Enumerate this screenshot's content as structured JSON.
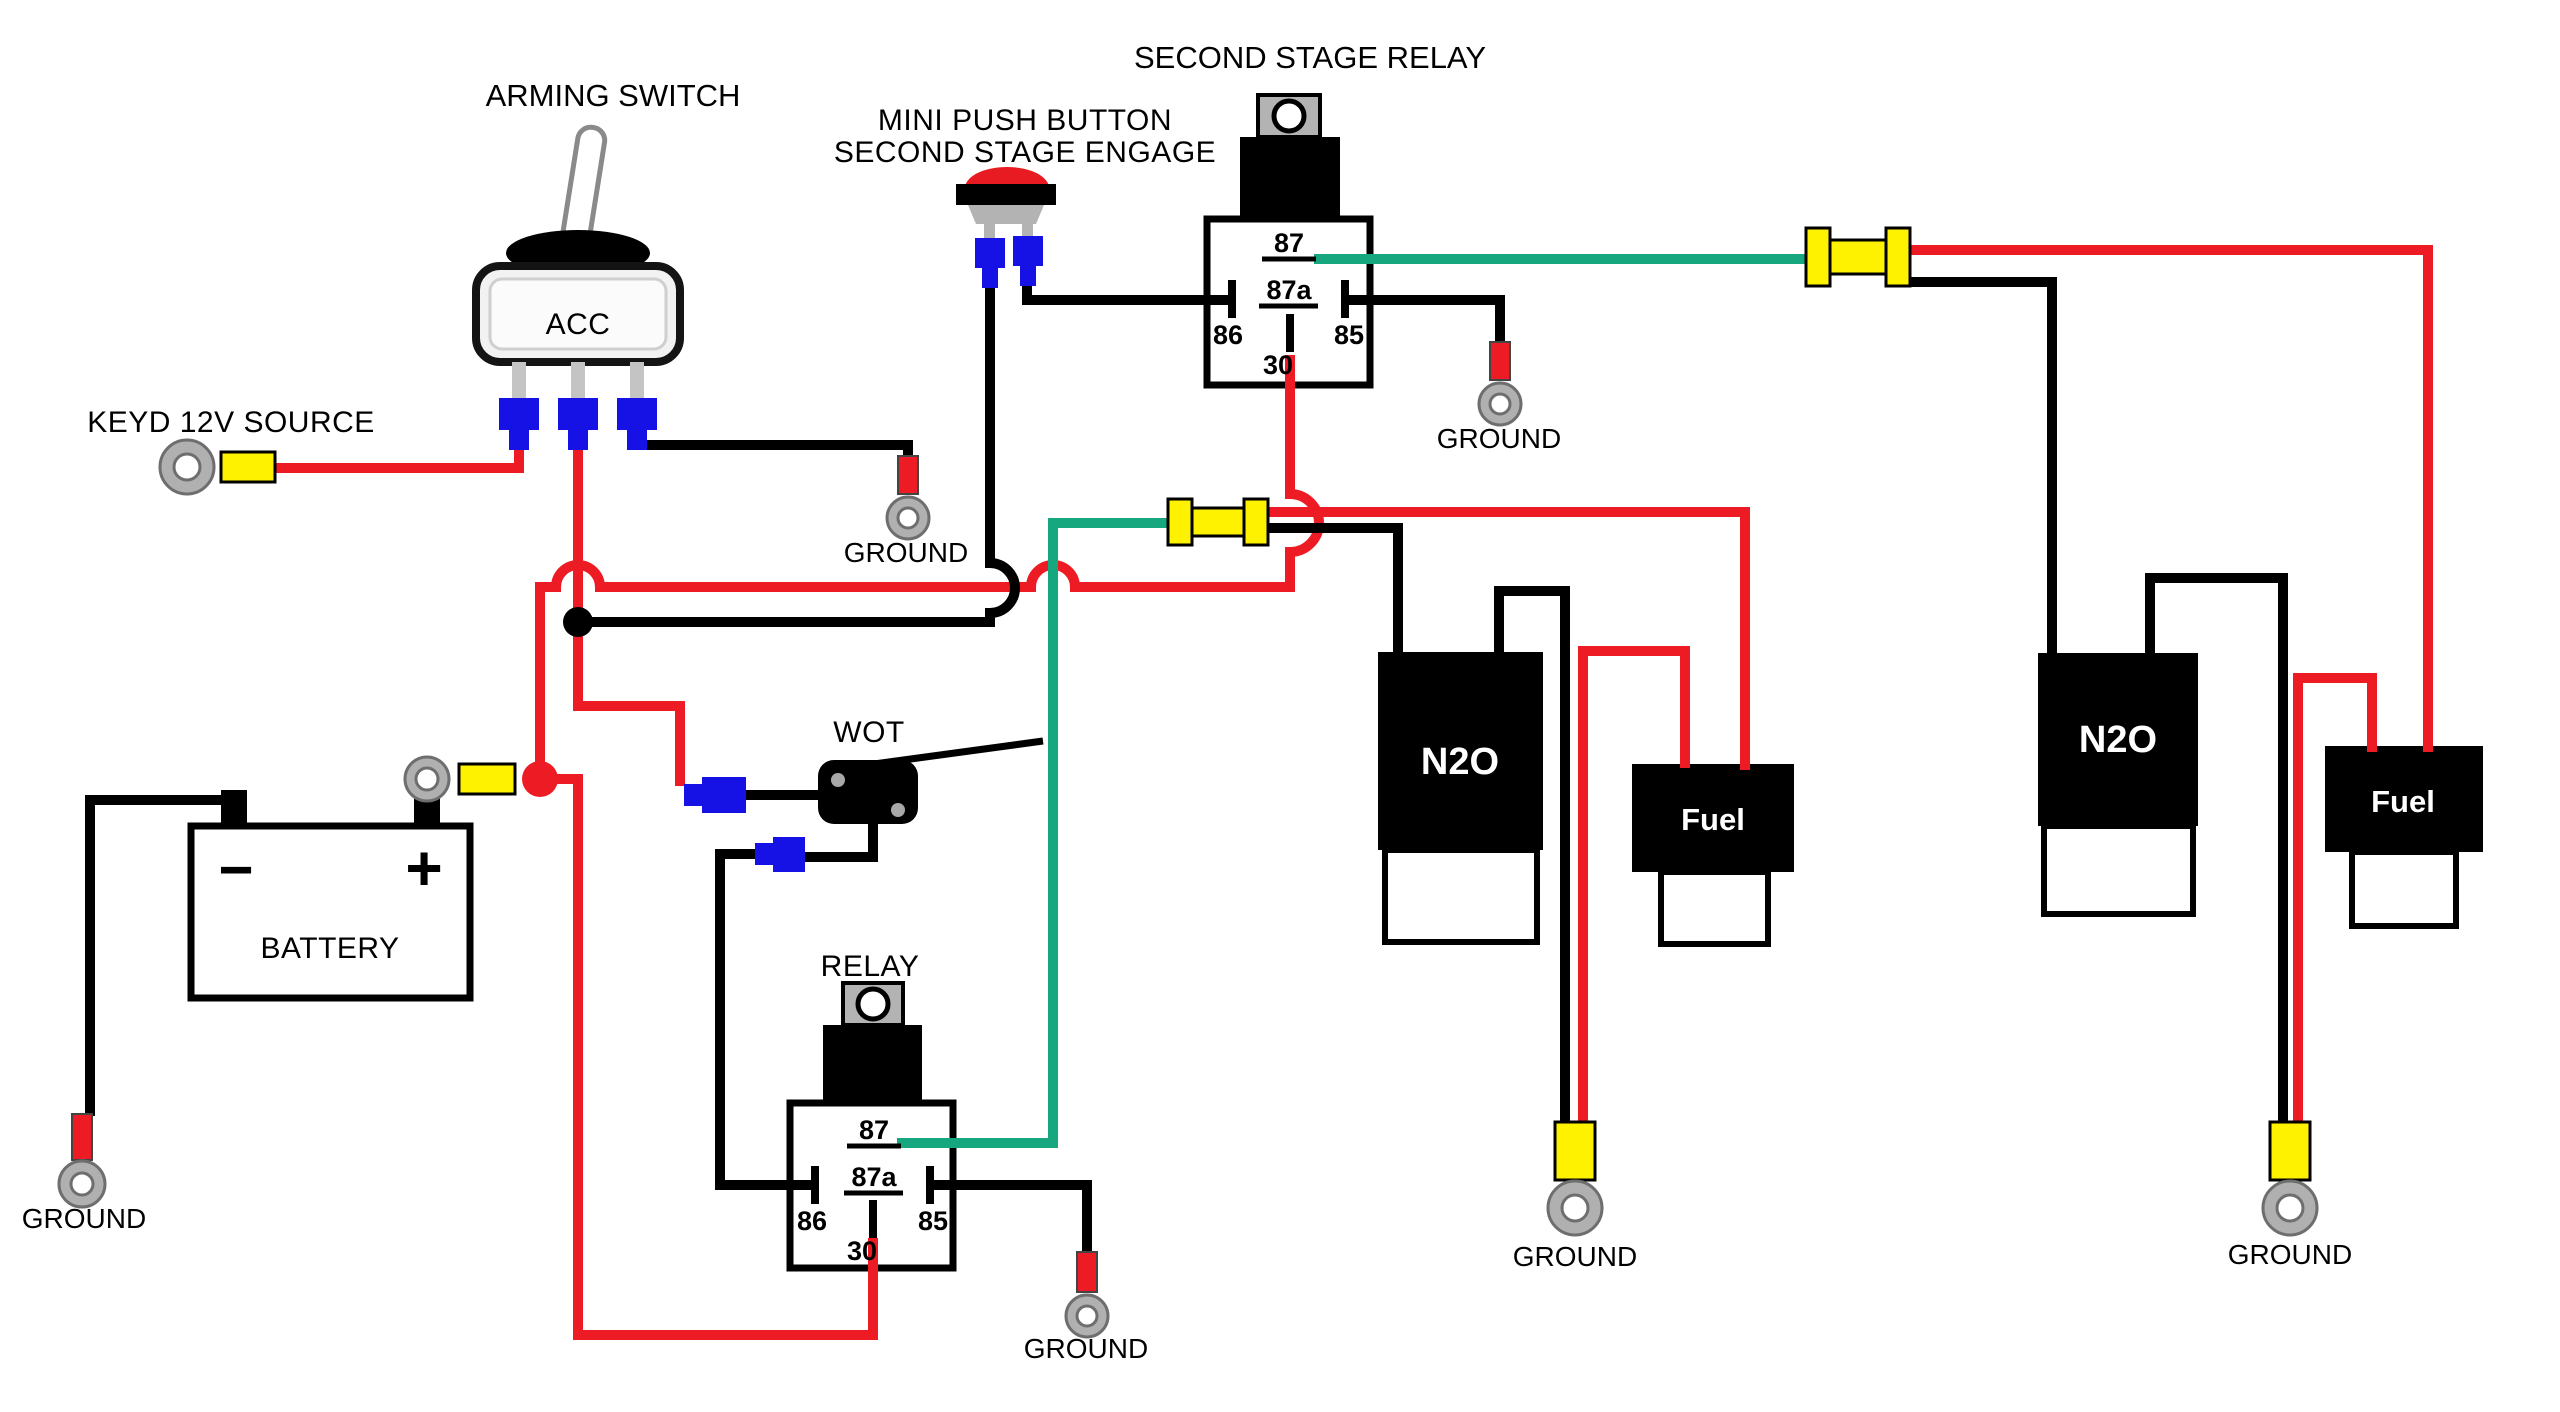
{
  "labels": {
    "arming_switch": "ARMING SWITCH",
    "acc": "ACC",
    "keyed_source": "KEYD 12V SOURCE",
    "push_button_line1": "MINI PUSH BUTTON",
    "push_button_line2": "SECOND STAGE ENGAGE",
    "second_stage_relay": "SECOND STAGE RELAY",
    "relay": "RELAY",
    "wot": "WOT",
    "ground": "GROUND"
  },
  "pins": {
    "p87": "87",
    "p87a": "87a",
    "p86": "86",
    "p85": "85",
    "p30": "30"
  },
  "battery": {
    "name": "BATTERY",
    "negative": "−",
    "positive": "+"
  },
  "solenoids": {
    "n2o": "N2O",
    "fuel": "Fuel"
  },
  "colors": {
    "wire_red": "#ed1c24",
    "wire_black": "#000000",
    "wire_green": "#17a77e",
    "connector_yellow": "#fff200",
    "connector_blue": "#1612e6",
    "ring_gray": "#b0b0b0",
    "relay_tab_gray": "#b3b3b3",
    "button_red": "#e81b23",
    "background": "#ffffff"
  }
}
